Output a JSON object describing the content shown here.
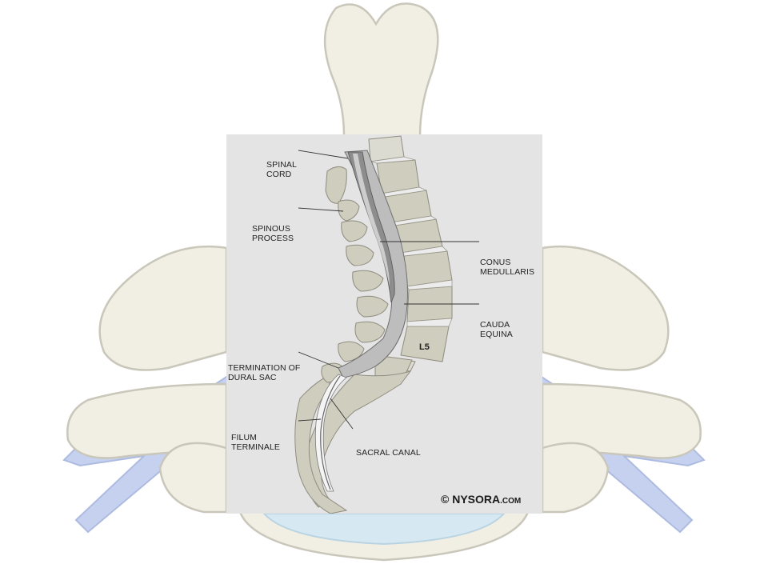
{
  "labels": {
    "spinal_cord": [
      "SPINAL",
      "CORD"
    ],
    "spinous_process": [
      "SPINOUS",
      "PROCESS"
    ],
    "conus_medullaris": [
      "CONUS",
      "MEDULLARIS"
    ],
    "cauda_equina": [
      "CAUDA",
      "EQUINA"
    ],
    "termination_dural_sac": [
      "TERMINATION OF",
      "DURAL SAC"
    ],
    "filum_terminale": [
      "FILUM",
      "TERMINALE"
    ],
    "sacral_canal": "SACRAL CANAL",
    "vertebra_l5": "L5"
  },
  "copyright": {
    "symbol": "©",
    "brand": "NYSORA",
    "suffix": ".COM"
  },
  "colors": {
    "background_bone": "#f1efe4",
    "background_bone_outline": "#c9c6ba",
    "background_nerve": "#c5d1ef",
    "background_canal": "#d6e8f2",
    "panel": "#e4e4e4",
    "cord": "#8d8d8d",
    "vertebra": "#cfcdbd"
  }
}
